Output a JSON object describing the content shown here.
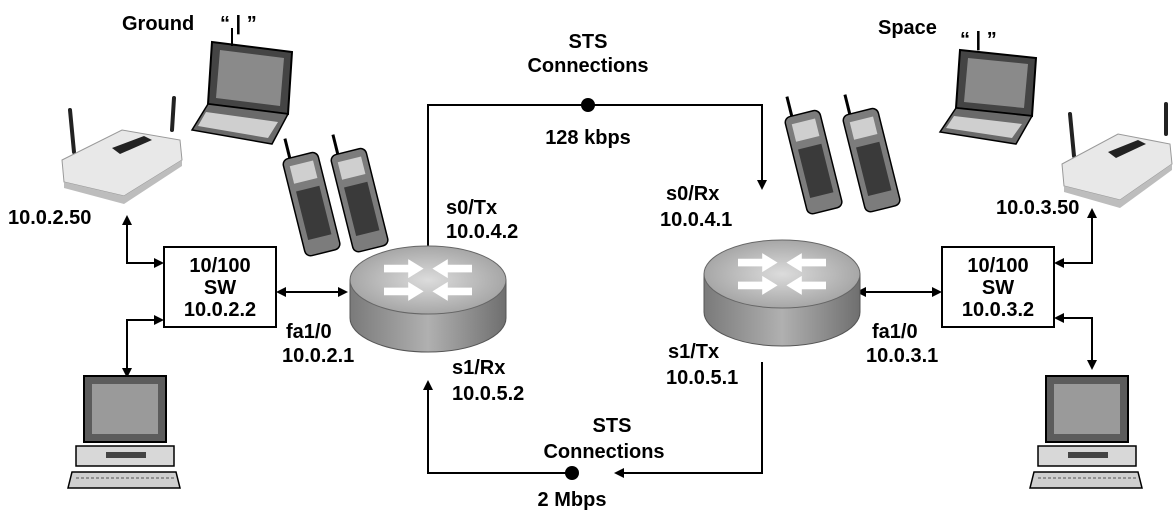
{
  "ground": {
    "label": "Ground",
    "quote": "“ | ”"
  },
  "space": {
    "label": "Space",
    "quote": "“ | ”"
  },
  "link_top": {
    "line1": "STS",
    "line2": "Connections",
    "rate": "128 kbps"
  },
  "link_bottom": {
    "line1": "STS",
    "line2": "Connections",
    "rate": "2 Mbps"
  },
  "left_router": {
    "s0": {
      "name": "s0/Tx",
      "ip": "10.0.4.2"
    },
    "s1": {
      "name": "s1/Rx",
      "ip": "10.0.5.2"
    },
    "fa": {
      "name": "fa1/0",
      "ip": "10.0.2.1"
    }
  },
  "right_router": {
    "s0": {
      "name": "s0/Rx",
      "ip": "10.0.4.1"
    },
    "s1": {
      "name": "s1/Tx",
      "ip": "10.0.5.1"
    },
    "fa": {
      "name": "fa1/0",
      "ip": "10.0.3.1"
    }
  },
  "left_switch": {
    "line1": "10/100",
    "line2": "SW",
    "line3": "10.0.2.2"
  },
  "right_switch": {
    "line1": "10/100",
    "line2": "SW",
    "line3": "10.0.3.2"
  },
  "left_ap": {
    "ip": "10.0.2.50"
  },
  "right_ap": {
    "ip": "10.0.3.50"
  },
  "colors": {
    "router_body": "#9a9a9a",
    "router_top": "#c8c8c8",
    "line": "#000000"
  }
}
